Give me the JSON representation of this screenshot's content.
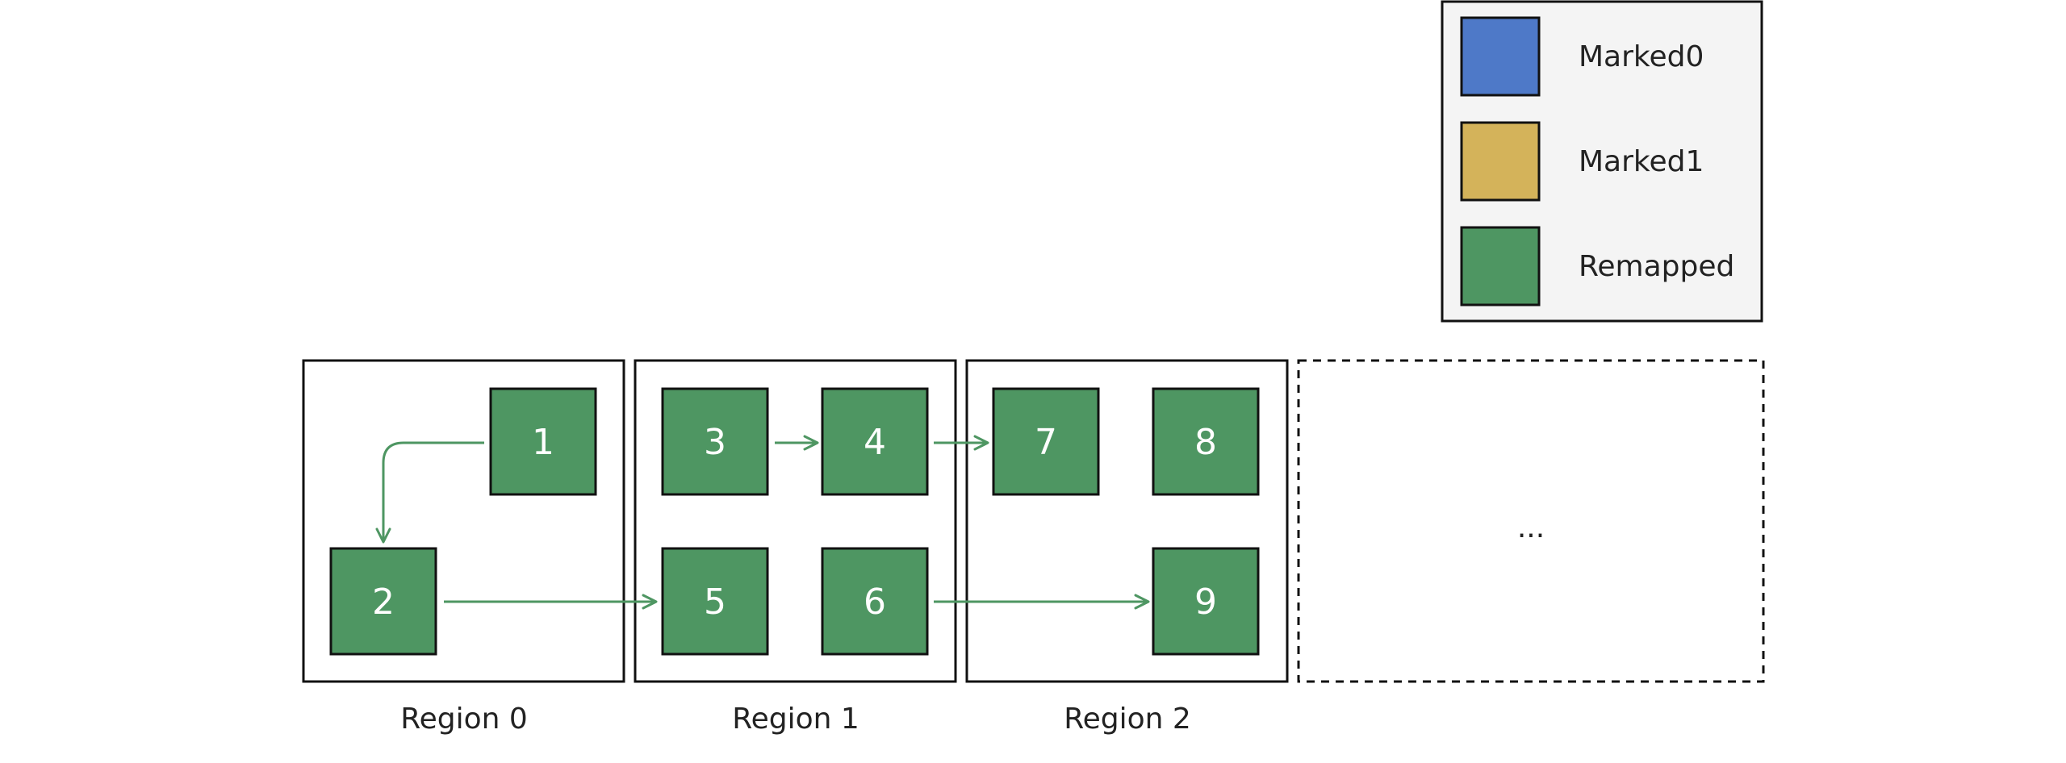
{
  "legend": {
    "items": [
      {
        "label": "Marked0",
        "color": "#4e79c8"
      },
      {
        "label": "Marked1",
        "color": "#d4b35a"
      },
      {
        "label": "Remapped",
        "color": "#4e9662"
      }
    ]
  },
  "regions": [
    {
      "label": "Region 0"
    },
    {
      "label": "Region 1"
    },
    {
      "label": "Region 2"
    },
    {
      "label": ""
    }
  ],
  "placeholder": {
    "text": "..."
  },
  "blocks": [
    {
      "id": "1",
      "state": "Remapped"
    },
    {
      "id": "2",
      "state": "Remapped"
    },
    {
      "id": "3",
      "state": "Remapped"
    },
    {
      "id": "4",
      "state": "Remapped"
    },
    {
      "id": "5",
      "state": "Remapped"
    },
    {
      "id": "6",
      "state": "Remapped"
    },
    {
      "id": "7",
      "state": "Remapped"
    },
    {
      "id": "8",
      "state": "Remapped"
    },
    {
      "id": "9",
      "state": "Remapped"
    }
  ],
  "arrows": [
    {
      "from": "1",
      "to": "2"
    },
    {
      "from": "3",
      "to": "4"
    },
    {
      "from": "4",
      "to": "7"
    },
    {
      "from": "2",
      "to": "5"
    },
    {
      "from": "6",
      "to": "9"
    }
  ],
  "colors": {
    "arrow": "#4e9662",
    "block_text": "#ffffff",
    "border": "#111111",
    "legend_bg": "#f4f4f4"
  }
}
